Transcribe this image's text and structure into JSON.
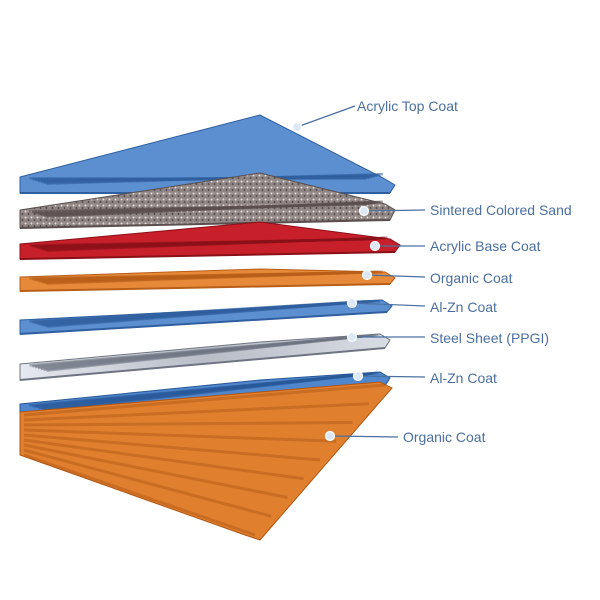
{
  "labels": [
    {
      "text": "Acrylic Top Coat"
    },
    {
      "text": "Sintered Colored Sand"
    },
    {
      "text": "Acrylic Base Coat"
    },
    {
      "text": "Organic Coat"
    },
    {
      "text": "Al-Zn  Coat"
    },
    {
      "text": "Steel Sheet (PPGI)"
    },
    {
      "text": "Al-Zn Coat"
    },
    {
      "text": "Organic Coat"
    }
  ],
  "layers": [
    {
      "material": "acrylic-top-coat",
      "color": "#5b8fd0",
      "dark": "#2f5f9f"
    },
    {
      "material": "sintered-colored-sand",
      "color": "#9a8f8f",
      "dark": "#5a4e4e"
    },
    {
      "material": "acrylic-base-coat",
      "color": "#c8202a",
      "dark": "#8a1018"
    },
    {
      "material": "organic-coat",
      "color": "#e68a3a",
      "dark": "#b85e18"
    },
    {
      "material": "al-zn-coat",
      "color": "#5b8fd0",
      "dark": "#2f5f9f"
    },
    {
      "material": "steel-sheet",
      "color": "#c9cdd6",
      "dark": "#6e7482"
    },
    {
      "material": "al-zn-coat",
      "color": "#4f86cc",
      "dark": "#285898"
    },
    {
      "material": "organic-coat",
      "color": "#e07f2e",
      "dark": "#b05612"
    }
  ],
  "leader_color": "#4a6fa0",
  "marker_color": "#dce8f6"
}
